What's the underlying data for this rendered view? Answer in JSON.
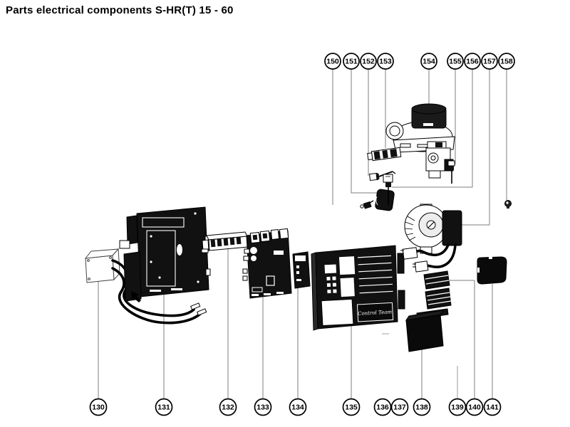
{
  "title": "Parts electrical components S-HR(T) 15 - 60",
  "panel_brand_label": "Control Team",
  "callouts": {
    "top": [
      {
        "label": "150"
      },
      {
        "label": "151"
      },
      {
        "label": "152"
      },
      {
        "label": "153"
      },
      {
        "label": "154"
      },
      {
        "label": "155"
      },
      {
        "label": "156"
      },
      {
        "label": "157"
      },
      {
        "label": "158"
      }
    ],
    "bottom": [
      {
        "label": "130"
      },
      {
        "label": "131"
      },
      {
        "label": "132"
      },
      {
        "label": "133"
      },
      {
        "label": "134"
      },
      {
        "label": "135"
      },
      {
        "label": "136"
      },
      {
        "label": "137"
      },
      {
        "label": "138"
      },
      {
        "label": "139"
      },
      {
        "label": "140"
      },
      {
        "label": "141"
      }
    ]
  }
}
